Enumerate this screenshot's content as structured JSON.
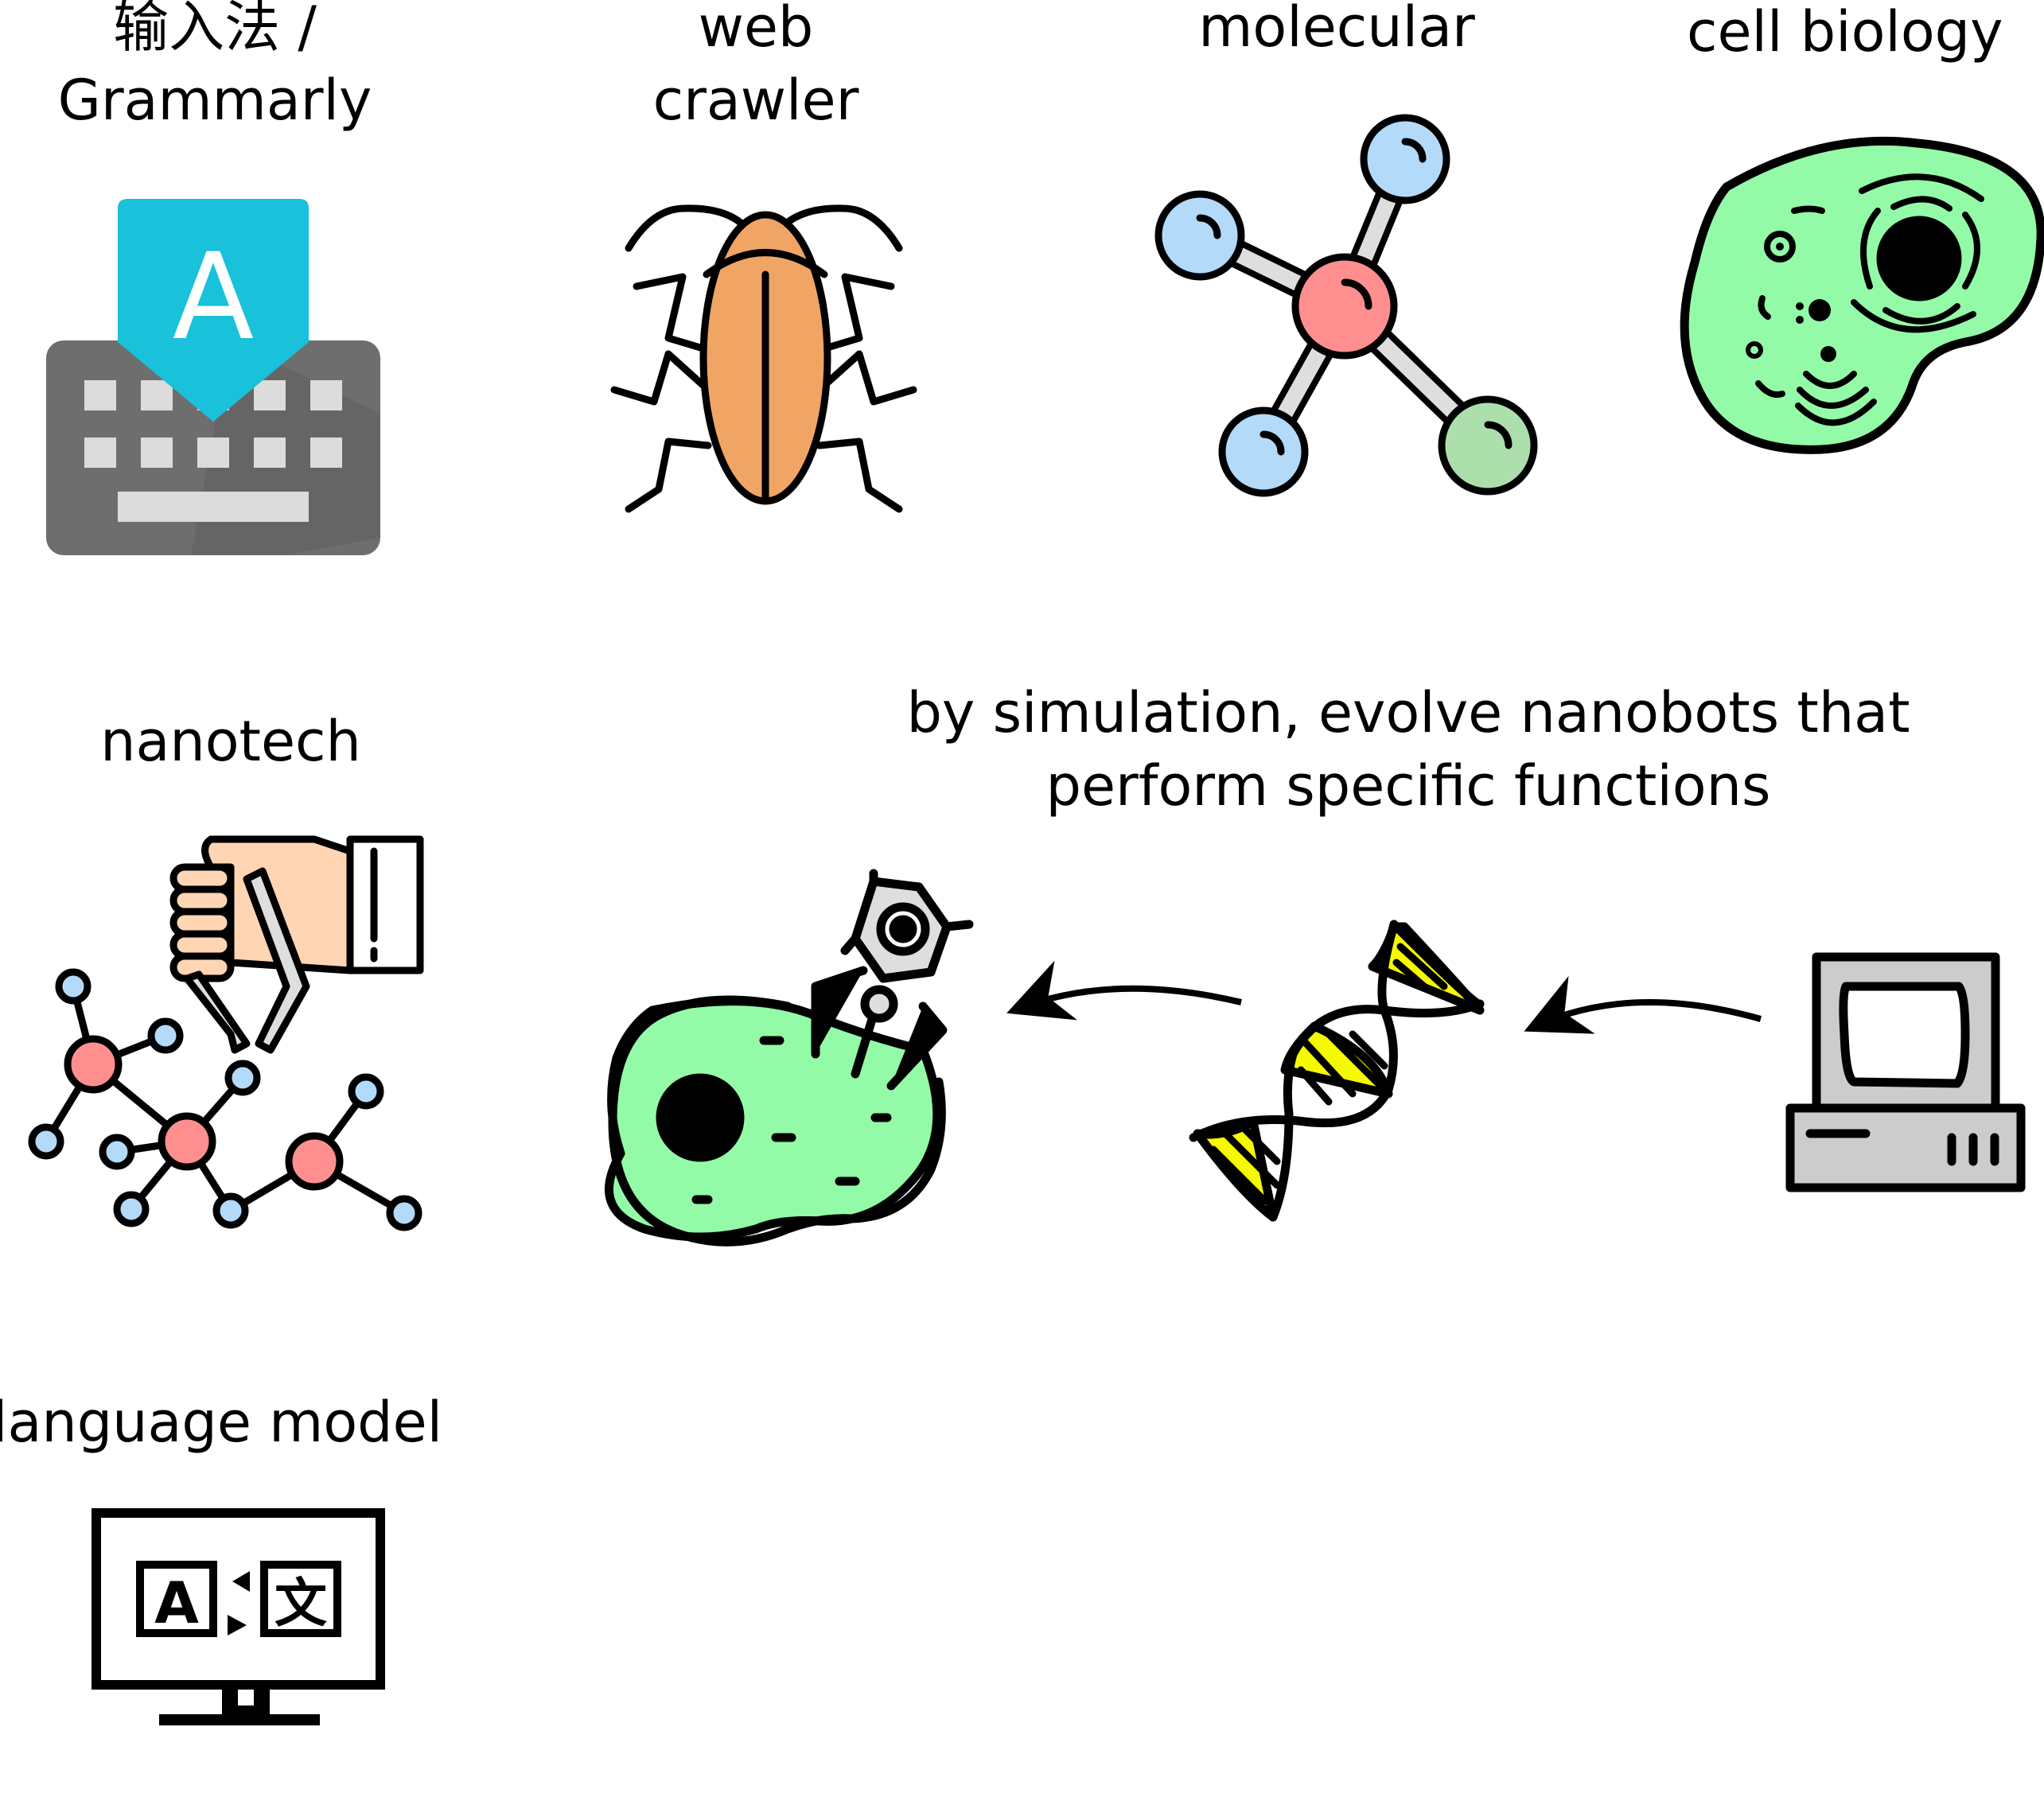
{
  "labels": {
    "ime": [
      "输入法 /",
      "Grammarly"
    ],
    "web_crawler": [
      "web",
      "crawler"
    ],
    "molecular": "molecular",
    "cell_biology": "cell biology",
    "nanotech": "nanotech",
    "simulation": [
      "by simulation, evolve nanobots that",
      "perform specific functions"
    ],
    "language_model": "language model"
  },
  "icons": {
    "ime": "keyboard-icon",
    "web_crawler": "cockroach-icon",
    "molecular": "molecule-icon",
    "cell_biology": "cell-icon",
    "nanotech": "tweezers-molecule-icon",
    "nanobot": "nanobot-on-cell-icon",
    "dna": "dna-icon",
    "computer": "computer-icon",
    "language_model": "translate-monitor-icon"
  },
  "keyboard_key_letter": "A",
  "translate_glyphs": [
    "A",
    "文"
  ],
  "colors": {
    "keyboard_body": "#6e6e6e",
    "keyboard_tab": "#19c1da",
    "bug_body": "#f0a565",
    "atom_center": "#ff8f8f",
    "atom_blue": "#b3daf9",
    "atom_green": "#addfad",
    "cell_green": "#93fba7",
    "dna_yellow": "#f5fa00",
    "computer_gray": "#cccccc"
  }
}
